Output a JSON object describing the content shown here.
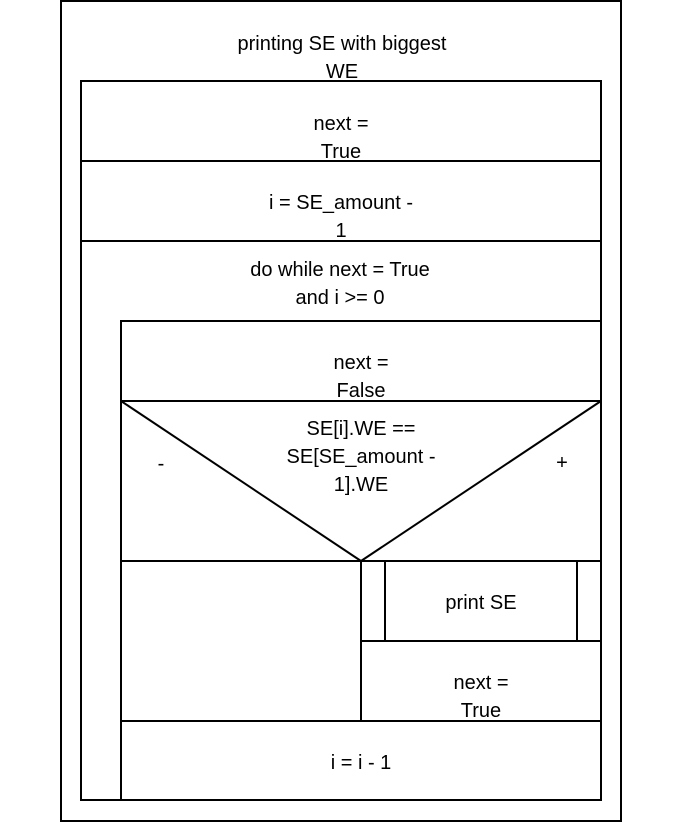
{
  "diagram": {
    "title": [
      "printing SE with biggest",
      "WE"
    ],
    "stmt_next_true": [
      "next =",
      "True"
    ],
    "stmt_i_init": [
      "i = SE_amount -",
      "1"
    ],
    "loop_condition": [
      "do while next = True",
      "and i >= 0"
    ],
    "stmt_next_false": [
      "next =",
      "False"
    ],
    "decision_condition": [
      "SE[i].WE ==",
      "SE[SE_amount -",
      "1].WE"
    ],
    "branch_minus": "-",
    "branch_plus": "+",
    "stmt_print": "print SE",
    "stmt_next_true_inner": [
      "next =",
      "True"
    ],
    "stmt_decrement": "i = i - 1"
  }
}
